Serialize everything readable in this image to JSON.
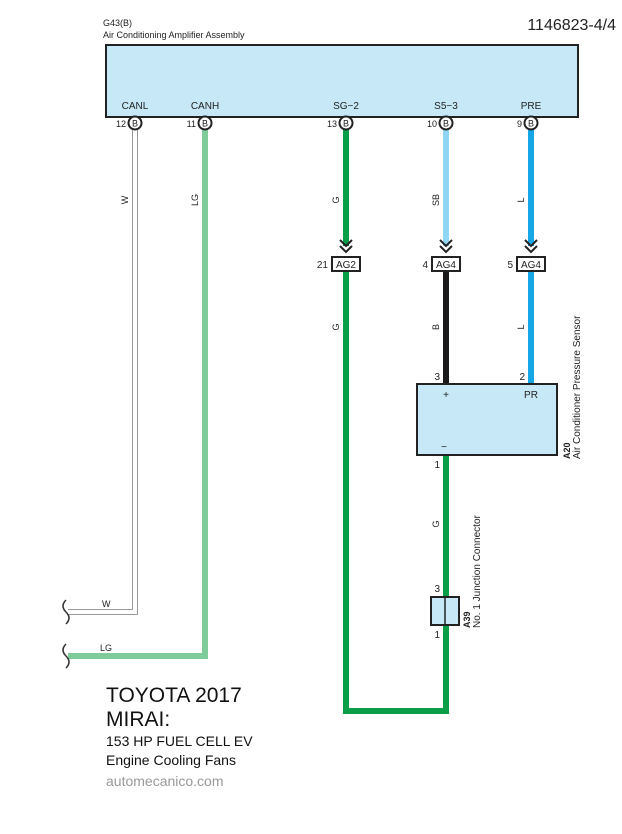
{
  "diagram_id": "1146823-4/4",
  "colors": {
    "box_fill": "#c6e8f7",
    "W": "#ffffff",
    "LG": "#7fcb9a",
    "G": "#0a9e48",
    "SB": "#8fd6f5",
    "L": "#16a6e6",
    "B": "#1c1a1a"
  },
  "amplifier": {
    "code": "G43(B)",
    "name": "Air Conditioning Amplifier Assembly",
    "pins": [
      {
        "terminal": "CANL",
        "number": "12",
        "connector": "B",
        "wire": "W"
      },
      {
        "terminal": "CANH",
        "number": "11",
        "connector": "B",
        "wire": "LG"
      },
      {
        "terminal": "SG−2",
        "number": "13",
        "connector": "B",
        "wire": "G"
      },
      {
        "terminal": "S5−3",
        "number": "10",
        "connector": "B",
        "wire": "SB"
      },
      {
        "terminal": "PRE",
        "number": "9",
        "connector": "B",
        "wire": "L"
      }
    ]
  },
  "inline_connectors": [
    {
      "number": "21",
      "label": "AG2",
      "wire_after": "G"
    },
    {
      "number": "4",
      "label": "AG4",
      "wire_after": "B"
    },
    {
      "number": "5",
      "label": "AG4",
      "wire_after": "L"
    }
  ],
  "sensor": {
    "code": "A20",
    "name": "Air Conditioner Pressure Sensor",
    "pin_plus_number": "3",
    "pin_plus_label": "+",
    "pin_pr_number": "2",
    "pin_pr_label": "PR",
    "pin_minus_number": "1",
    "pin_minus_label": "−",
    "ground_wire": "G"
  },
  "junction": {
    "code": "A39",
    "name": "No.  1 Junction Connector",
    "pin_top": "3",
    "pin_bottom": "1"
  },
  "off_page": [
    {
      "wire": "W"
    },
    {
      "wire": "LG"
    }
  ],
  "footer": {
    "title_line1": "TOYOTA 2017",
    "title_line2": "MIRAI:",
    "subtitle": "153 HP FUEL CELL EV",
    "section": "Engine Cooling Fans",
    "site": "automecanico.com"
  }
}
